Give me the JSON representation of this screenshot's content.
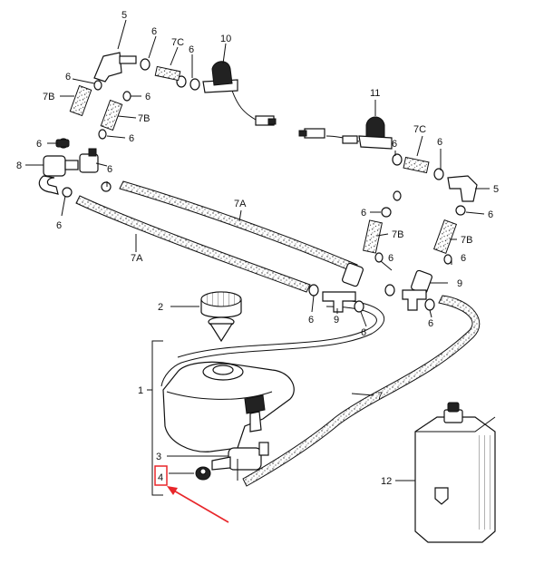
{
  "callouts": {
    "c1": "1",
    "c2": "2",
    "c3": "3",
    "c4": "4",
    "c5": "5",
    "c6": "6",
    "c7": "7",
    "c7a": "7A",
    "c7b": "7B",
    "c7c": "7C",
    "c8": "8",
    "c9": "9",
    "c10": "10",
    "c11": "11",
    "c12": "12"
  },
  "highlight": {
    "callout": "4",
    "color": "#e8262a"
  },
  "icons": [
    "washer-reservoir",
    "filler-cap",
    "strainer",
    "pump-motor",
    "grommet",
    "spray-nozzle",
    "hose-clamp",
    "t-connector",
    "check-valve",
    "fluid-bottle",
    "porsche-crest"
  ]
}
